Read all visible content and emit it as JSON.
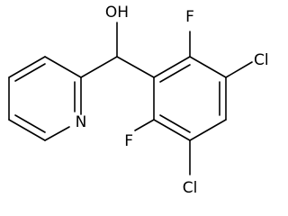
{
  "molecule": {
    "atoms": {
      "oh": "OH",
      "f_top": "F",
      "f_bottom": "F",
      "cl_top": "Cl",
      "cl_bottom": "Cl",
      "n": "N"
    }
  }
}
